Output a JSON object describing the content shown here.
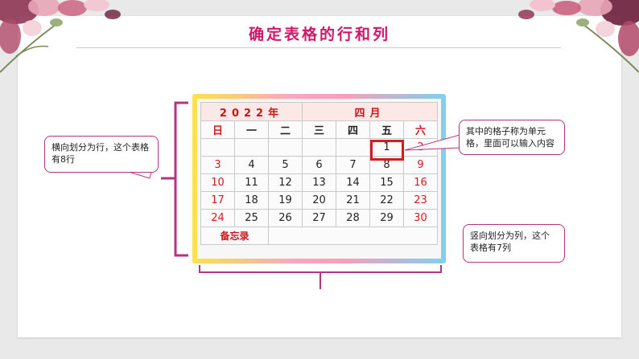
{
  "title": "确定表格的行和列",
  "calendar": {
    "header_year": "2022年",
    "header_month": "四月",
    "weekdays": [
      "日",
      "一",
      "二",
      "三",
      "四",
      "五",
      "六"
    ],
    "weeks": [
      [
        "",
        "",
        "",
        "",
        "",
        "1",
        "2"
      ],
      [
        "3",
        "4",
        "5",
        "6",
        "7",
        "8",
        "9"
      ],
      [
        "10",
        "11",
        "12",
        "13",
        "14",
        "15",
        "16"
      ],
      [
        "17",
        "18",
        "19",
        "20",
        "21",
        "22",
        "23"
      ],
      [
        "24",
        "25",
        "26",
        "27",
        "28",
        "29",
        "30"
      ]
    ],
    "memo": "备忘录"
  },
  "callouts": {
    "rows": "横向划分为行，这个表格有8行",
    "cell": "其中的格子称为单元格，里面可以输入内容",
    "cols": "竖向划分为列，这个表格有7列"
  },
  "colors": {
    "title": "#d0186a",
    "bracket": "#b5347f",
    "red": "#d71920"
  }
}
